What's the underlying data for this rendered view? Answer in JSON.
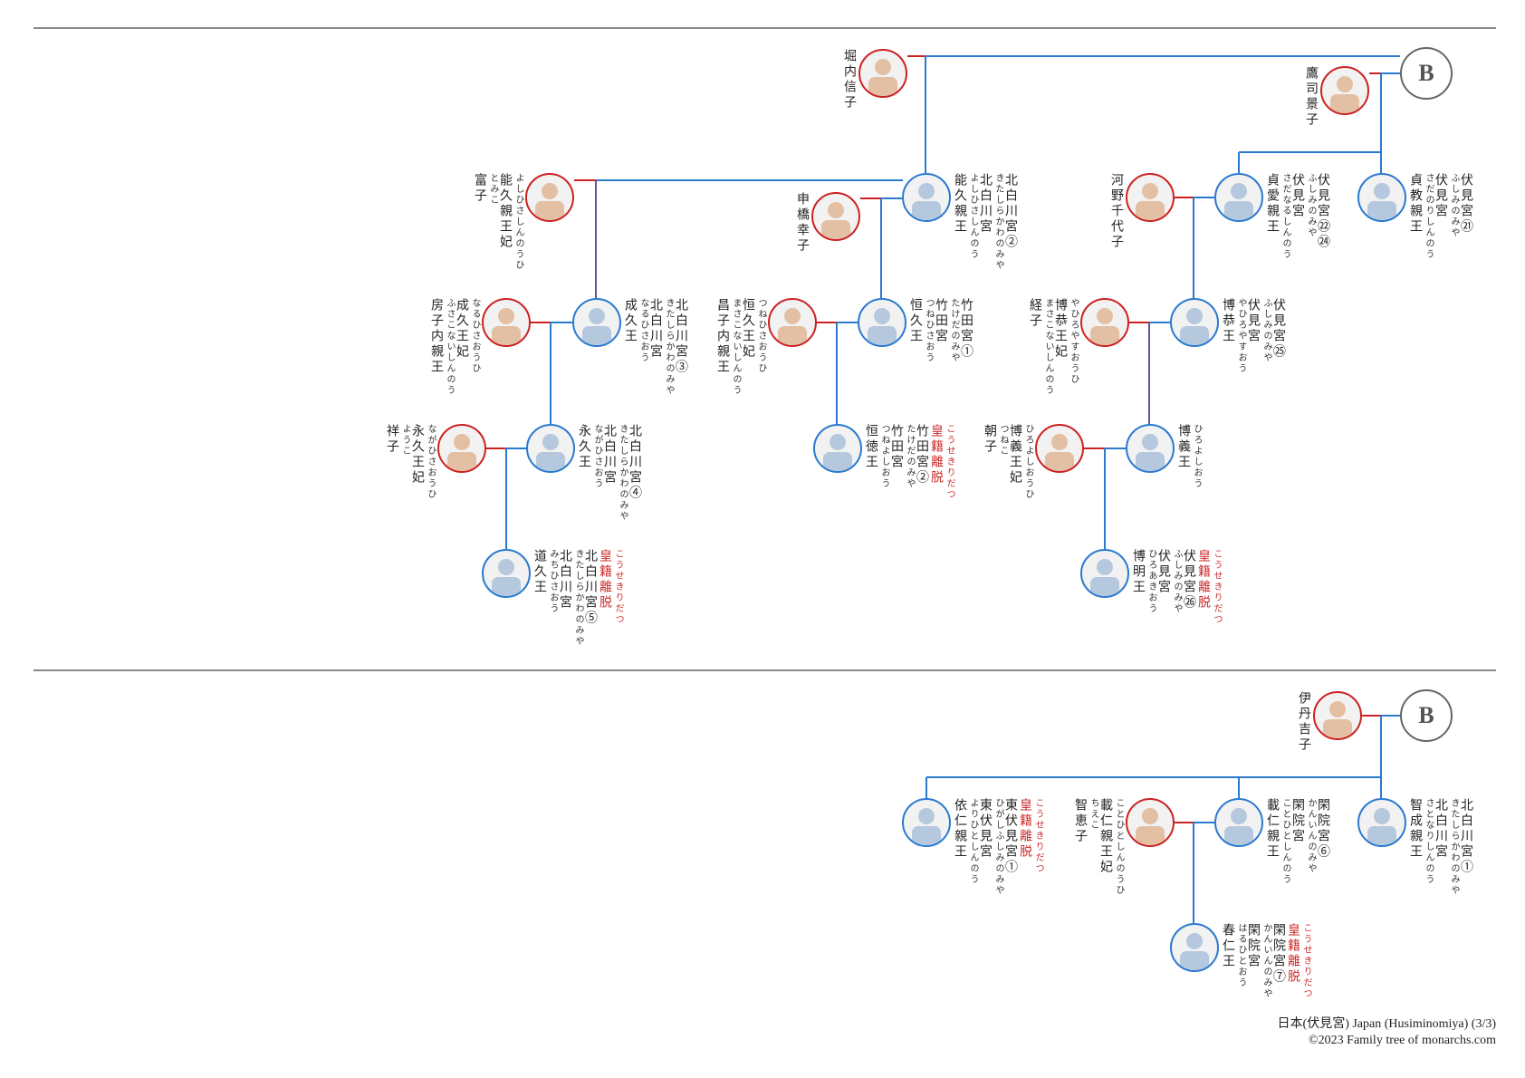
{
  "title": "日本(伏見宮) Japan (Husiminomiya) (3/3)",
  "copyright": "©2023 Family tree of monarchs.com",
  "continuation_marker": "B",
  "colors": {
    "male": "#2a7ad0",
    "female": "#cc2222",
    "marriage_line": "#cc2222",
    "descent_line": "#2a7ad0",
    "renounced_text": "#cc2b2b"
  },
  "people": {
    "horiuchi_nobuko": {
      "gender": "female",
      "cols": [
        {
          "t": "堀内信子",
          "s": "main"
        }
      ]
    },
    "takatsukasa_keiko": {
      "gender": "female",
      "cols": [
        {
          "t": "鷹司景子",
          "s": "main"
        }
      ]
    },
    "tomiko": {
      "gender": "female",
      "cols": [
        {
          "t": "よしひさしんのうひ",
          "s": "kana"
        },
        {
          "t": "能久親王妃",
          "s": "main"
        },
        {
          "t": "とみこ",
          "s": "kana"
        },
        {
          "t": "富子",
          "s": "main"
        }
      ]
    },
    "yoshihisa": {
      "gender": "male",
      "cols": [
        {
          "t": "北白川宮②",
          "s": "main"
        },
        {
          "t": "きたしらかわのみや",
          "s": "kana"
        },
        {
          "t": "北白川宮",
          "s": "main"
        },
        {
          "t": "よしひさしんのう",
          "s": "kana"
        },
        {
          "t": "能久親王",
          "s": "main"
        }
      ]
    },
    "shinbashi_sachiko": {
      "gender": "female",
      "cols": [
        {
          "t": "申橋幸子",
          "s": "main"
        }
      ]
    },
    "kono_chiyoko": {
      "gender": "female",
      "cols": [
        {
          "t": "河野千代子",
          "s": "main"
        }
      ]
    },
    "sadanaru": {
      "gender": "male",
      "cols": [
        {
          "t": "伏見宮㉒㉔",
          "s": "main"
        },
        {
          "t": "ふしみのみや",
          "s": "kana"
        },
        {
          "t": "伏見宮",
          "s": "main"
        },
        {
          "t": "さだなるしんのう",
          "s": "kana"
        },
        {
          "t": "貞愛親王",
          "s": "main"
        }
      ]
    },
    "sadanori": {
      "gender": "male",
      "cols": [
        {
          "t": "伏見宮㉑",
          "s": "main"
        },
        {
          "t": "ふしみのみや",
          "s": "kana"
        },
        {
          "t": "伏見宮",
          "s": "main"
        },
        {
          "t": "さだのりしんのう",
          "s": "kana"
        },
        {
          "t": "貞教親王",
          "s": "main"
        }
      ]
    },
    "fusako": {
      "gender": "female",
      "cols": [
        {
          "t": "なるひさおうひ",
          "s": "kana"
        },
        {
          "t": "成久王妃",
          "s": "main"
        },
        {
          "t": "ふさこないしんのう",
          "s": "kana"
        },
        {
          "t": "房子内親王",
          "s": "main"
        }
      ]
    },
    "naruhisa": {
      "gender": "male",
      "cols": [
        {
          "t": "北白川宮③",
          "s": "main"
        },
        {
          "t": "きたしらかわのみや",
          "s": "kana"
        },
        {
          "t": "北白川宮",
          "s": "main"
        },
        {
          "t": "なるひさおう",
          "s": "kana"
        },
        {
          "t": "成久王",
          "s": "main"
        }
      ]
    },
    "masako": {
      "gender": "female",
      "cols": [
        {
          "t": "つねひさおうひ",
          "s": "kana"
        },
        {
          "t": "恒久王妃",
          "s": "main"
        },
        {
          "t": "まさこないしんのう",
          "s": "kana"
        },
        {
          "t": "昌子内親王",
          "s": "main"
        }
      ]
    },
    "tsunehisa": {
      "gender": "male",
      "cols": [
        {
          "t": "竹田宮①",
          "s": "main"
        },
        {
          "t": "たけだのみや",
          "s": "kana"
        },
        {
          "t": "竹田宮",
          "s": "main"
        },
        {
          "t": "つねひさおう",
          "s": "kana"
        },
        {
          "t": "恒久王",
          "s": "main"
        }
      ]
    },
    "tsuneko": {
      "gender": "female",
      "cols": [
        {
          "t": "やひろやすおうひ",
          "s": "kana"
        },
        {
          "t": "博恭王妃",
          "s": "main"
        },
        {
          "t": "まさこないしんのう",
          "s": "kana"
        },
        {
          "t": "経子",
          "s": "main"
        }
      ]
    },
    "hiroyasu": {
      "gender": "male",
      "cols": [
        {
          "t": "伏見宮㉕",
          "s": "main"
        },
        {
          "t": "ふしみのみや",
          "s": "kana"
        },
        {
          "t": "伏見宮",
          "s": "main"
        },
        {
          "t": "やひろやすおう",
          "s": "kana"
        },
        {
          "t": "博恭王",
          "s": "main"
        }
      ]
    },
    "sachiko": {
      "gender": "female",
      "cols": [
        {
          "t": "ながひさおうひ",
          "s": "kana"
        },
        {
          "t": "永久王妃",
          "s": "main"
        },
        {
          "t": "ようこ",
          "s": "kana"
        },
        {
          "t": "祥子",
          "s": "main"
        }
      ]
    },
    "nagahisa": {
      "gender": "male",
      "cols": [
        {
          "t": "北白川宮④",
          "s": "main"
        },
        {
          "t": "きたしらかわのみや",
          "s": "kana"
        },
        {
          "t": "北白川宮",
          "s": "main"
        },
        {
          "t": "ながひさおう",
          "s": "kana"
        },
        {
          "t": "永久王",
          "s": "main"
        }
      ]
    },
    "tsuneyoshi": {
      "gender": "male",
      "cols": [
        {
          "t": "こうせきりだつ",
          "s": "kana red"
        },
        {
          "t": "皇籍離脱",
          "s": "main red"
        },
        {
          "t": "竹田宮②",
          "s": "main"
        },
        {
          "t": "たけだのみや",
          "s": "kana"
        },
        {
          "t": "竹田宮",
          "s": "main"
        },
        {
          "t": "つねよしおう",
          "s": "kana"
        },
        {
          "t": "恒徳王",
          "s": "main"
        }
      ]
    },
    "asako": {
      "gender": "female",
      "cols": [
        {
          "t": "ひろよしおうひ",
          "s": "kana"
        },
        {
          "t": "博義王妃",
          "s": "main"
        },
        {
          "t": "つねこ",
          "s": "kana"
        },
        {
          "t": "朝子",
          "s": "main"
        }
      ]
    },
    "hiroyoshi": {
      "gender": "male",
      "cols": [
        {
          "t": "ひろよしおう",
          "s": "kana"
        },
        {
          "t": "博義王",
          "s": "main"
        }
      ]
    },
    "michihisa": {
      "gender": "male",
      "cols": [
        {
          "t": "こうせきりだつ",
          "s": "kana red"
        },
        {
          "t": "皇籍離脱",
          "s": "main red"
        },
        {
          "t": "北白川宮⑤",
          "s": "main"
        },
        {
          "t": "きたしらかわのみや",
          "s": "kana"
        },
        {
          "t": "北白川宮",
          "s": "main"
        },
        {
          "t": "みちひさおう",
          "s": "kana"
        },
        {
          "t": "道久王",
          "s": "main"
        }
      ]
    },
    "hiroaki": {
      "gender": "male",
      "cols": [
        {
          "t": "こうせきりだつ",
          "s": "kana red"
        },
        {
          "t": "皇籍離脱",
          "s": "main red"
        },
        {
          "t": "伏見宮㉖",
          "s": "main"
        },
        {
          "t": "ふしみのみや",
          "s": "kana"
        },
        {
          "t": "伏見宮",
          "s": "main"
        },
        {
          "t": "ひろあきおう",
          "s": "kana"
        },
        {
          "t": "博明王",
          "s": "main"
        }
      ]
    },
    "itami_yoshiko": {
      "gender": "female",
      "cols": [
        {
          "t": "伊丹吉子",
          "s": "main"
        }
      ]
    },
    "yorihito": {
      "gender": "male",
      "cols": [
        {
          "t": "こうせきりだつ",
          "s": "kana red"
        },
        {
          "t": "皇籍離脱",
          "s": "main red"
        },
        {
          "t": "東伏見宮①",
          "s": "main"
        },
        {
          "t": "ひがしふしみのみや",
          "s": "kana"
        },
        {
          "t": "東伏見宮",
          "s": "main"
        },
        {
          "t": "よりひとしんのう",
          "s": "kana"
        },
        {
          "t": "依仁親王",
          "s": "main"
        }
      ]
    },
    "chieko": {
      "gender": "female",
      "cols": [
        {
          "t": "ことひとしんのうひ",
          "s": "kana"
        },
        {
          "t": "載仁親王妃",
          "s": "main"
        },
        {
          "t": "ちえこ",
          "s": "kana"
        },
        {
          "t": "智恵子",
          "s": "main"
        }
      ]
    },
    "kotohito": {
      "gender": "male",
      "cols": [
        {
          "t": "閑院宮⑥",
          "s": "main"
        },
        {
          "t": "かんいんのみや",
          "s": "kana"
        },
        {
          "t": "閑院宮",
          "s": "main"
        },
        {
          "t": "ことひとしんのう",
          "s": "kana"
        },
        {
          "t": "載仁親王",
          "s": "main"
        }
      ]
    },
    "satonari": {
      "gender": "male",
      "cols": [
        {
          "t": "北白川宮①",
          "s": "main"
        },
        {
          "t": "きたしらかわのみや",
          "s": "kana"
        },
        {
          "t": "北白川宮",
          "s": "main"
        },
        {
          "t": "さとなりしんのう",
          "s": "kana"
        },
        {
          "t": "智成親王",
          "s": "main"
        }
      ]
    },
    "haruhito": {
      "gender": "male",
      "cols": [
        {
          "t": "こうせきりだつ",
          "s": "kana red"
        },
        {
          "t": "皇籍離脱",
          "s": "main red"
        },
        {
          "t": "閑院宮⑦",
          "s": "main"
        },
        {
          "t": "かんいんのみや",
          "s": "kana"
        },
        {
          "t": "閑院宮",
          "s": "main"
        },
        {
          "t": "はるひとおう",
          "s": "kana"
        },
        {
          "t": "春仁王",
          "s": "main"
        }
      ]
    }
  }
}
